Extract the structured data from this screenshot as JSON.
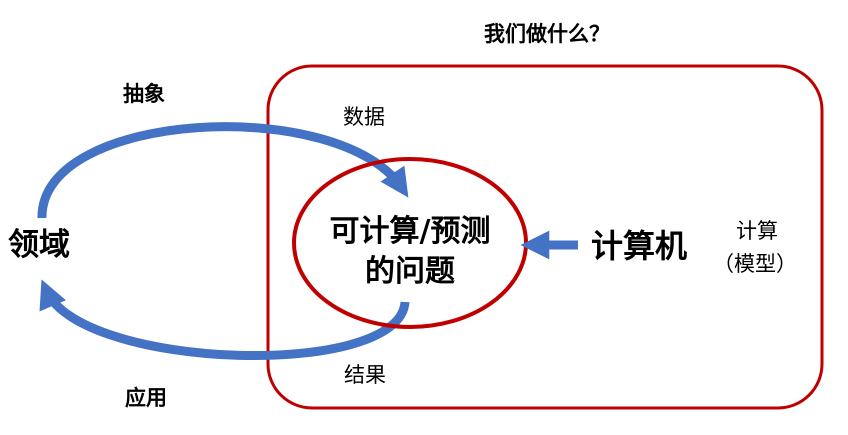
{
  "title": "我们做什么？",
  "domain_label": "领域",
  "abstraction_label": "抽象",
  "application_label": "应用",
  "data_label": "数据",
  "result_label": "结果",
  "center_problem": {
    "line1": "可计算/预测",
    "line2": "的问题"
  },
  "computer_label": "计算机",
  "computation_label": {
    "line1": "计算",
    "line2": "（模型）"
  },
  "colors": {
    "frame_red": "#C00000",
    "arrow_blue": "#4472C4",
    "text": "#000000"
  },
  "icons": {
    "arrow": "arrow-icon"
  }
}
